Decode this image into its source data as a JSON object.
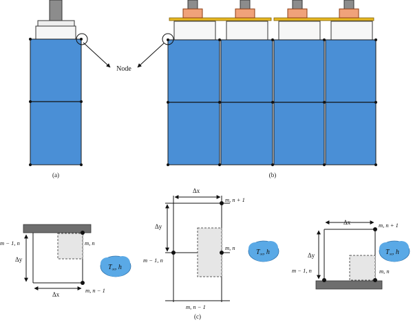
{
  "figure_a": {
    "caption": "(a)",
    "node_label": "Node"
  },
  "figure_b": {
    "caption": "(b)"
  },
  "figure_c": {
    "caption": "(c)",
    "left": {
      "dy": "Δy",
      "dx": "Δx",
      "m_minus_1_n": "m − 1, n",
      "m_n": "m, n",
      "m_n_minus_1": "m, n − 1",
      "cloud": "T",
      "cloud_sub": "∞",
      "cloud_h": ", h"
    },
    "middle": {
      "dx": "Δx",
      "dy": "Δy",
      "m_n_plus_1": "m, n + 1",
      "m_n": "m, n",
      "m_minus_1_n": "m − 1, n",
      "m_n_minus_1": "m, n − 1",
      "cloud": "T",
      "cloud_sub": "∞",
      "cloud_h": ", h"
    },
    "right": {
      "dx": "Δx",
      "dy": "Δy",
      "m_n_plus_1": "m, n + 1",
      "m_minus_1_n": "m − 1, n",
      "m_n": "m, n",
      "cloud": "T",
      "cloud_sub": "∞",
      "cloud_h": ", h"
    }
  },
  "colors": {
    "cell_blue": "#4a8fd6",
    "cell_border": "#1a1a1a",
    "bolt_gray": "#8c8c8c",
    "nut_orange": "#f0a27a",
    "plate_yellow": "#e8b923",
    "wall_gray": "#6e6e6e",
    "cloud_blue": "#5aa9e6",
    "dashed_fill": "#e6e6e6"
  }
}
